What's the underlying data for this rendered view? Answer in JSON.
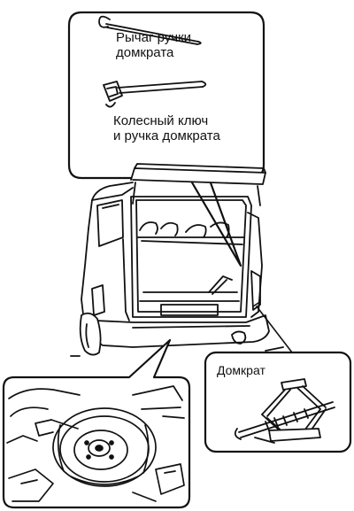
{
  "labels": {
    "jack_lever": [
      "Рычаг ручки",
      "домкрата"
    ],
    "wheel_wrench": [
      "Колесный ключ",
      "и ручка домкрата"
    ],
    "jack": "Домкрат"
  },
  "icons": [
    "jack-lever-icon",
    "wheel-wrench-icon",
    "van-rear-icon",
    "spare-tire-icon",
    "scissor-jack-icon"
  ],
  "colors": {
    "ink": "#111111",
    "paper": "#ffffff"
  }
}
